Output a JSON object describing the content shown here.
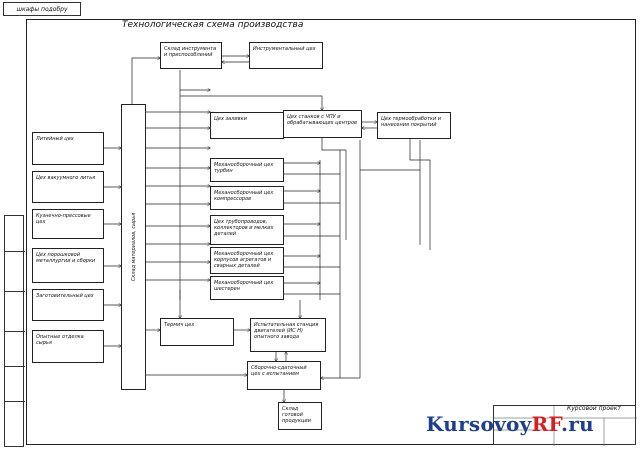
{
  "corner_stamp": "шкафы подобру",
  "diagram_title": "Технологическая схема производства",
  "warehouse_column": "Склад материалов, сырья",
  "boxes": {
    "tools_store": "Склад инструмента и приспособлений",
    "tool_shop": "Инструментальный цех",
    "foundry": "Литейный цех",
    "vacuum_cast": "Цех вакуумного литья",
    "forge": "Кузнечно-прессовые цех",
    "powder": "Цех порошковой металлургии и сборки",
    "blanks": "Заготовительный цех",
    "plating": "Опытные отделка сырья",
    "heat_treat": "Цех заливки",
    "chpu": "Цех станков с ЧПУ и обрабатывающих центров",
    "thermo": "Цех термообработки и нанесения покрытий",
    "mech_turbines": "Механосборочный цех турбин",
    "mech_compressors": "Механосборочный цех компрессоров",
    "pipeline": "Цех трубопроводов, коллекторов и мелких деталей",
    "mech_housings": "Механосборочный цех корпусов агрегатов и сварных деталей",
    "mech_gears": "Механосборочный цех шестерен",
    "rubber": "Термич цех",
    "test_station": "Испытательная станция двигателей (ИС Н) опытного завода",
    "assembly": "Сборочно-сдаточный цех с испытанием",
    "finished_store": "Склад готовой продукции"
  },
  "title_block": {
    "project": "Курсовой проект"
  },
  "watermark": {
    "main": "Kursovoy",
    "accent": "RF",
    "suffix": ".ru"
  }
}
